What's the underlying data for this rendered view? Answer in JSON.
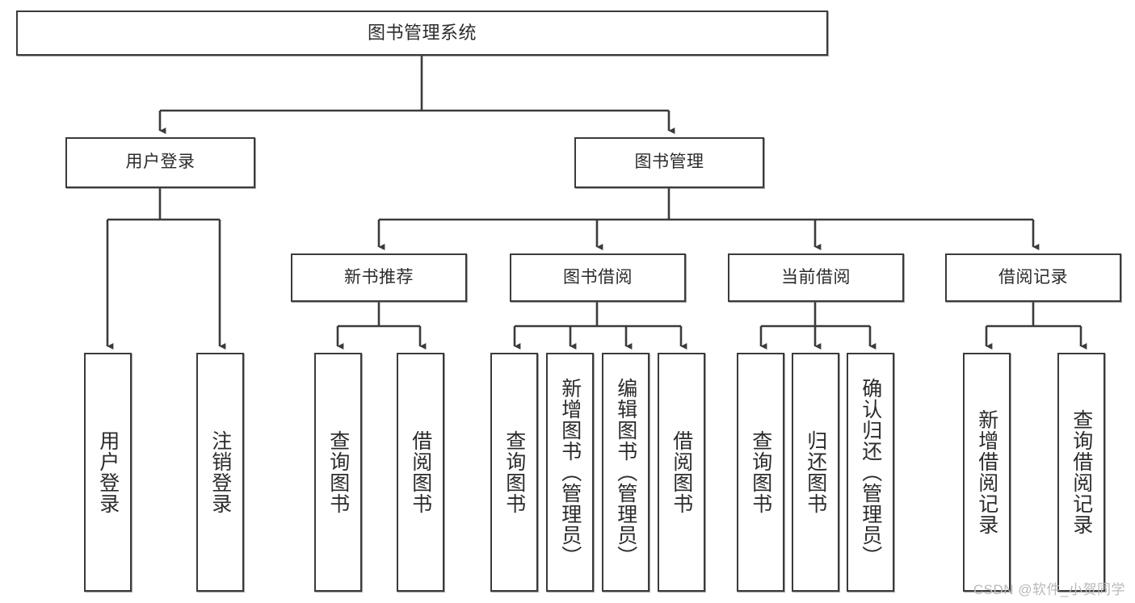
{
  "diagram": {
    "type": "tree-hierarchy-chart",
    "title": "图书管理系统",
    "line_color": "#3b3b3b",
    "box_fill": "#ffffff",
    "text_color": "#2b2b2b",
    "root": {
      "id": "root",
      "label": "图书管理系统"
    },
    "level2": [
      {
        "id": "user-login",
        "label": "用户登录"
      },
      {
        "id": "book-manage",
        "label": "图书管理"
      }
    ],
    "level3": [
      {
        "id": "new-book-rec",
        "label": "新书推荐",
        "parent": "book-manage"
      },
      {
        "id": "book-borrow",
        "label": "图书借阅",
        "parent": "book-manage"
      },
      {
        "id": "current-borrow",
        "label": "当前借阅",
        "parent": "book-manage"
      },
      {
        "id": "borrow-record",
        "label": "借阅记录",
        "parent": "book-manage"
      }
    ],
    "leaves": [
      {
        "id": "leaf-user-login",
        "label": "用户登录",
        "parent": "user-login"
      },
      {
        "id": "leaf-logout",
        "label": "注销登录",
        "parent": "user-login"
      },
      {
        "id": "leaf-query-book-1",
        "label": "查询图书",
        "parent": "new-book-rec"
      },
      {
        "id": "leaf-borrow-book-1",
        "label": "借阅图书",
        "parent": "new-book-rec"
      },
      {
        "id": "leaf-query-book-2",
        "label": "查询图书",
        "parent": "book-borrow"
      },
      {
        "id": "leaf-add-book",
        "label": "新增图书（管理员）",
        "parent": "book-borrow"
      },
      {
        "id": "leaf-edit-book",
        "label": "编辑图书（管理员）",
        "parent": "book-borrow"
      },
      {
        "id": "leaf-borrow-book-2",
        "label": "借阅图书",
        "parent": "book-borrow"
      },
      {
        "id": "leaf-query-book-3",
        "label": "查询图书",
        "parent": "current-borrow"
      },
      {
        "id": "leaf-return-book",
        "label": "归还图书",
        "parent": "current-borrow"
      },
      {
        "id": "leaf-confirm-return",
        "label": "确认归还（管理员）",
        "parent": "current-borrow"
      },
      {
        "id": "leaf-add-record",
        "label": "新增借阅记录",
        "parent": "borrow-record"
      },
      {
        "id": "leaf-query-record",
        "label": "查询借阅记录",
        "parent": "borrow-record"
      }
    ]
  },
  "watermark": {
    "text": "CSDN @软件_小贺同学"
  }
}
